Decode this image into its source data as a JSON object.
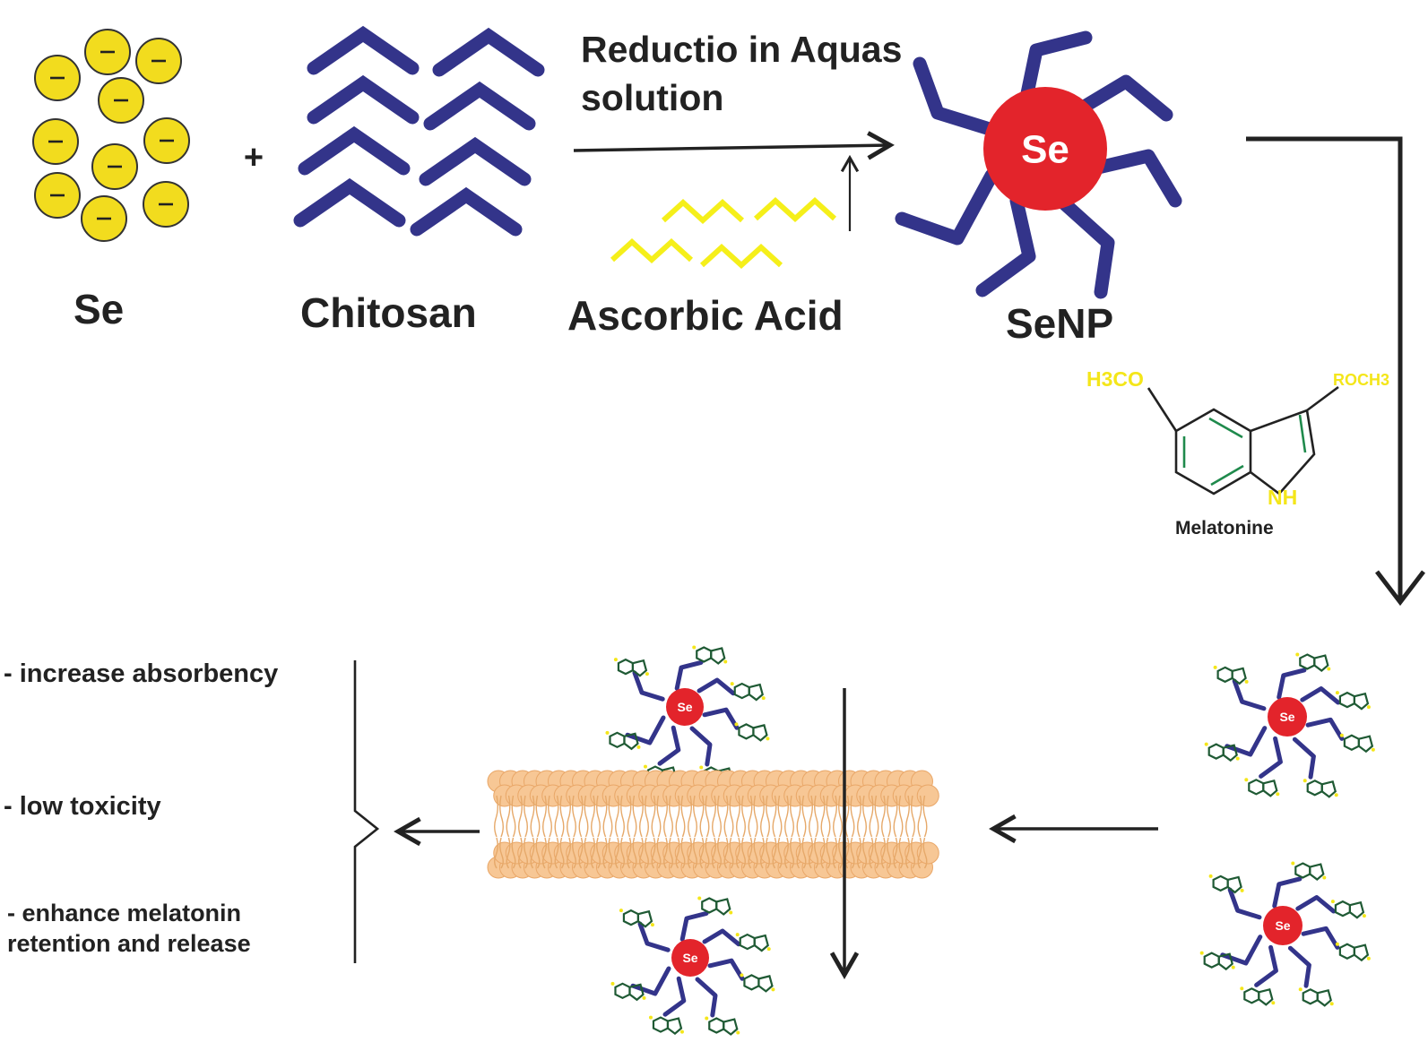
{
  "labels": {
    "se": "Se",
    "plus": "+",
    "chitosan": "Chitosan",
    "process": "Reductio in Aquas solution",
    "ascorbic": "Ascorbic Acid",
    "senp": "SeNP",
    "core": "Se"
  },
  "melatonin": {
    "name": "Melatonine",
    "h3co": "H3CO",
    "roch3": "ROCH3",
    "nh": "NH"
  },
  "ion_sign": "−",
  "benefits": {
    "b1": "- increase absorbency",
    "b2": "- low toxicity",
    "b3": "- enhance melatonin retention and release"
  },
  "colors": {
    "selenium_ion": "#f2dc1e",
    "chitosan": "#33348a",
    "ascorbic": "#f5ef1a",
    "se_core": "#e3242b",
    "membrane": "#f7c795",
    "melatonin_ring": "#1f8a4c",
    "melatonin_label": "#f4e61a"
  },
  "icons": {
    "ion": "negative-selenium-ion",
    "chevron": "chitosan-chevron",
    "arrow": "process-arrow",
    "membrane": "lipid-bilayer"
  }
}
